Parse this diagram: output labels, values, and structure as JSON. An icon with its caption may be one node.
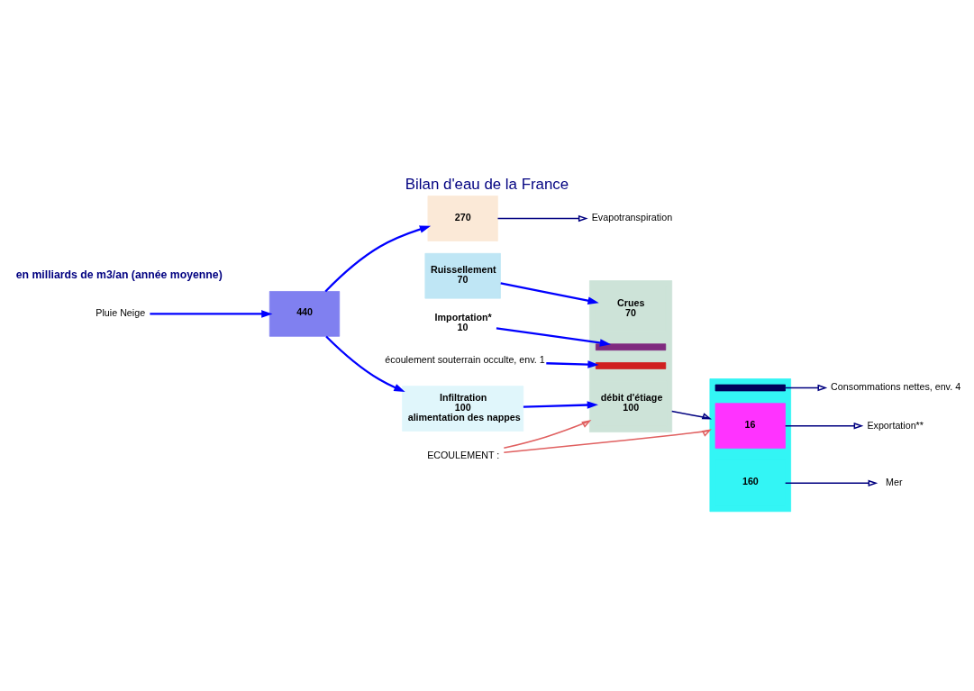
{
  "diagram": {
    "title": "Bilan d'eau de la France",
    "nodes": [
      {
        "text": [
          "Pluie Neige"
        ]
      },
      {
        "text": [
          "440"
        ]
      },
      {
        "text": [
          "Evapotranspiration"
        ]
      },
      {
        "text": [
          "270"
        ]
      },
      {
        "text": [
          "Ruissellement",
          "70"
        ]
      },
      {
        "text": [
          "Infiltration",
          "100",
          "alimentation des nappes"
        ]
      },
      {
        "text": [
          "ECOULEMENT :"
        ]
      },
      {
        "text": [
          "Importation*",
          "10"
        ]
      },
      {
        "text": [],
        "shape": "box"
      },
      {
        "text": [],
        "shape": "bar",
        "in": 8
      },
      {
        "text": [
          "Crues",
          "70"
        ],
        "in": 8
      },
      {
        "text": [
          "débit d'étiage",
          "100"
        ],
        "in": 8
      },
      {
        "text": [],
        "shape": "bar",
        "in": 8
      },
      {
        "text": [
          "écoulement souterrain occulte, env. 1"
        ]
      },
      {
        "text": [],
        "shape": "box"
      },
      {
        "text": [],
        "shape": "bar",
        "in": 14
      },
      {
        "text": [
          "16"
        ],
        "in": 14
      },
      {
        "text": [
          "160"
        ],
        "in": 14
      },
      {
        "text": [
          "Consommations nettes, env. 4"
        ]
      },
      {
        "text": [
          "Exportation**"
        ]
      },
      {
        "text": [
          "Mer"
        ]
      }
    ],
    "edges": [
      {
        "from": 0,
        "to": 1,
        "arrow": "to"
      },
      {
        "from": 1,
        "to": 3,
        "arrow": "to"
      },
      {
        "from": 1,
        "to": 5,
        "arrow": "to"
      },
      {
        "from": 3,
        "to": 2,
        "arrow": "to",
        "color": "#000080"
      },
      {
        "from": 4,
        "to": 10,
        "arrow": "to"
      },
      {
        "from": 5,
        "to": 11,
        "arrow": "to"
      },
      {
        "from": 7,
        "to": 9,
        "arrow": "to"
      },
      {
        "from": 6,
        "to": 8,
        "arrow": "to",
        "color": "#e06060"
      },
      {
        "from": 6,
        "to": 14,
        "arrow": "to",
        "color": "#e06060"
      },
      {
        "from": 8,
        "to": 14,
        "arrow": "to",
        "color": "#000080"
      },
      {
        "from": 13,
        "to": 12,
        "arrow": "to"
      },
      {
        "from": 15,
        "to": 18,
        "arrow": "to",
        "color": "#000080"
      },
      {
        "from": 16,
        "to": 19,
        "arrow": "to",
        "color": "#000080"
      },
      {
        "from": 17,
        "to": 20,
        "arrow": "to",
        "color": "#000080"
      }
    ],
    "labels": [
      "en milliards de m3/an (année moyenne)"
    ]
  }
}
